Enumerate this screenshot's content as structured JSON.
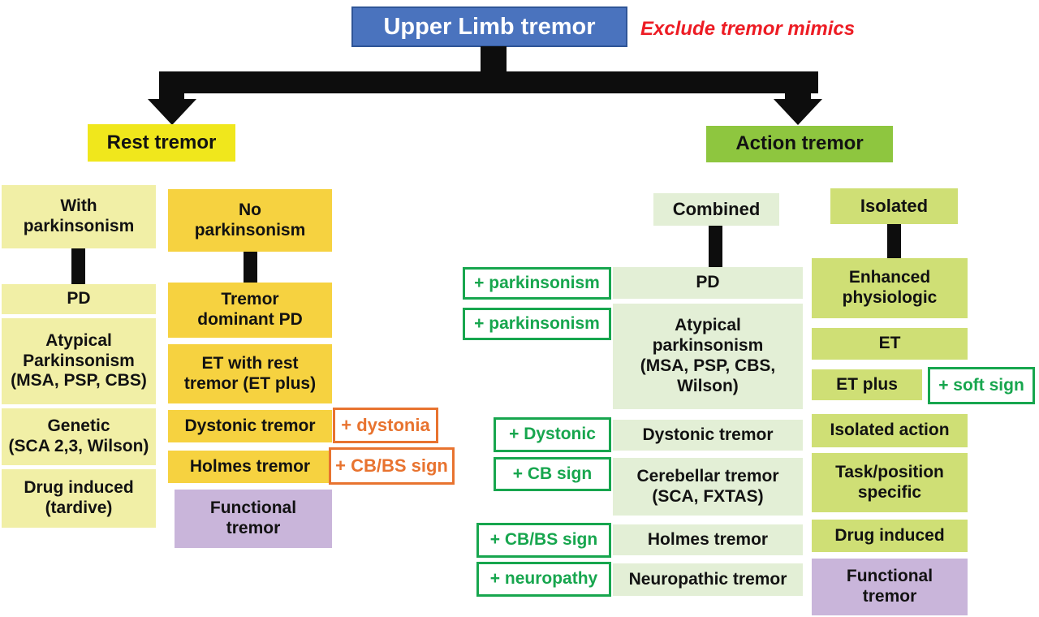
{
  "title": {
    "label": "Upper Limb tremor",
    "note": "Exclude tremor mimics"
  },
  "rest": {
    "header": "Rest tremor",
    "with_parkinsonism": {
      "header": "With\nparkinsonism",
      "items": [
        "PD",
        "Atypical\nParkinsonism\n(MSA, PSP, CBS)",
        "Genetic\n(SCA 2,3, Wilson)",
        "Drug induced\n(tardive)"
      ]
    },
    "no_parkinsonism": {
      "header": "No\nparkinsonism",
      "items": [
        "Tremor\ndominant PD",
        "ET with rest\ntremor (ET plus)",
        "Dystonic tremor",
        "Holmes tremor",
        "Functional\ntremor"
      ],
      "tags": [
        "+ dystonia",
        "+ CB/BS sign"
      ]
    }
  },
  "action": {
    "header": "Action tremor",
    "combined": {
      "header": "Combined",
      "rows": [
        {
          "tag": "+ parkinsonism",
          "label": "PD"
        },
        {
          "tag": "+ parkinsonism",
          "label": "Atypical\nparkinsonism\n(MSA, PSP, CBS,\nWilson)"
        },
        {
          "tag": "+ Dystonic",
          "label": "Dystonic tremor"
        },
        {
          "tag": "+ CB sign",
          "label": "Cerebellar tremor\n(SCA, FXTAS)"
        },
        {
          "tag": "+ CB/BS sign",
          "label": "Holmes tremor"
        },
        {
          "tag": "+ neuropathy",
          "label": "Neuropathic tremor"
        }
      ]
    },
    "isolated": {
      "header": "Isolated",
      "items": [
        "Enhanced\nphysiologic",
        "ET",
        "ET plus",
        "Isolated action",
        "Task/position\nspecific",
        "Drug induced",
        "Functional\ntremor"
      ],
      "tag": "+ soft sign"
    }
  },
  "colors": {
    "title_blue": "#4A73BE",
    "title_border": "#2F5597",
    "note_red": "#ED1C24",
    "rest_yellow": "#F0E71C",
    "pale_yellow": "#F1EFA6",
    "gold_yellow": "#F6D240",
    "action_green": "#8EC63F",
    "pale_green": "#E3EFD6",
    "olive_green": "#CFDF75",
    "purple": "#C9B5DA",
    "orange_tag": "#E8732F",
    "green_tag": "#17A64E",
    "connector_black": "#0D0D0D"
  }
}
